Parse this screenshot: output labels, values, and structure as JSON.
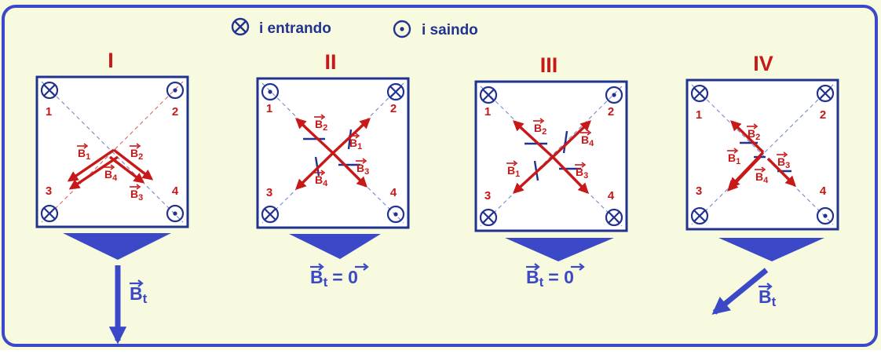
{
  "colors": {
    "background": "#f7fadf",
    "frame_border": "#3b49c9",
    "panel_border": "#22328f",
    "roman_numeral": "#c81818",
    "wire": "#22328f",
    "field_vector": "#c81818",
    "field_label": "#c81818",
    "funnel": "#3b49c9",
    "result_label": "#3b49c9",
    "diagonal": "#6b7cc9"
  },
  "legend": {
    "entering_label": "i entrando",
    "exiting_label": "i saindo",
    "entering_icon": "circle-cross-icon",
    "exiting_icon": "circle-dot-icon"
  },
  "panels": [
    {
      "numeral": "I",
      "wires": [
        {
          "number": "1",
          "type": "entering"
        },
        {
          "number": "2",
          "type": "exiting"
        },
        {
          "number": "3",
          "type": "entering"
        },
        {
          "number": "4",
          "type": "exiting"
        }
      ],
      "vectors": [
        {
          "label": "B",
          "sub": "1"
        },
        {
          "label": "B",
          "sub": "2"
        },
        {
          "label": "B",
          "sub": "3"
        },
        {
          "label": "B",
          "sub": "4"
        }
      ],
      "result": {
        "label": "B",
        "sub": "t",
        "text": "",
        "direction": "down"
      }
    },
    {
      "numeral": "II",
      "wires": [
        {
          "number": "1",
          "type": "exiting"
        },
        {
          "number": "2",
          "type": "entering"
        },
        {
          "number": "3",
          "type": "entering"
        },
        {
          "number": "4",
          "type": "exiting"
        }
      ],
      "vectors": [
        {
          "label": "B",
          "sub": "1"
        },
        {
          "label": "B",
          "sub": "2"
        },
        {
          "label": "B",
          "sub": "3"
        },
        {
          "label": "B",
          "sub": "4"
        }
      ],
      "result": {
        "label": "B",
        "sub": "t",
        "text": "= 0",
        "direction": "none"
      }
    },
    {
      "numeral": "III",
      "wires": [
        {
          "number": "1",
          "type": "entering"
        },
        {
          "number": "2",
          "type": "exiting"
        },
        {
          "number": "3",
          "type": "entering"
        },
        {
          "number": "4",
          "type": "entering"
        }
      ],
      "vectors": [
        {
          "label": "B",
          "sub": "1"
        },
        {
          "label": "B",
          "sub": "2"
        },
        {
          "label": "B",
          "sub": "3"
        },
        {
          "label": "B",
          "sub": "4"
        }
      ],
      "result": {
        "label": "B",
        "sub": "t",
        "text": "= 0",
        "direction": "none"
      }
    },
    {
      "numeral": "IV",
      "wires": [
        {
          "number": "1",
          "type": "entering"
        },
        {
          "number": "2",
          "type": "entering"
        },
        {
          "number": "3",
          "type": "entering"
        },
        {
          "number": "4",
          "type": "exiting"
        }
      ],
      "vectors": [
        {
          "label": "B",
          "sub": "1"
        },
        {
          "label": "B",
          "sub": "2"
        },
        {
          "label": "B",
          "sub": "3"
        },
        {
          "label": "B",
          "sub": "4"
        }
      ],
      "result": {
        "label": "B",
        "sub": "t",
        "text": "",
        "direction": "down-left"
      }
    }
  ]
}
